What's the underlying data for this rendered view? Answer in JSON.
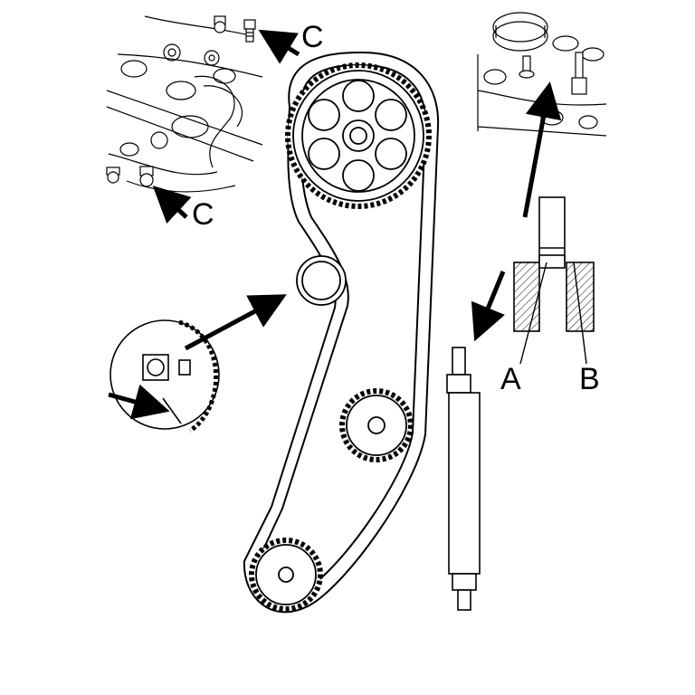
{
  "labels": {
    "c_top": "C",
    "c_left": "C",
    "a": "A",
    "b": "B"
  },
  "colors": {
    "line": "#000000",
    "background": "#ffffff"
  }
}
